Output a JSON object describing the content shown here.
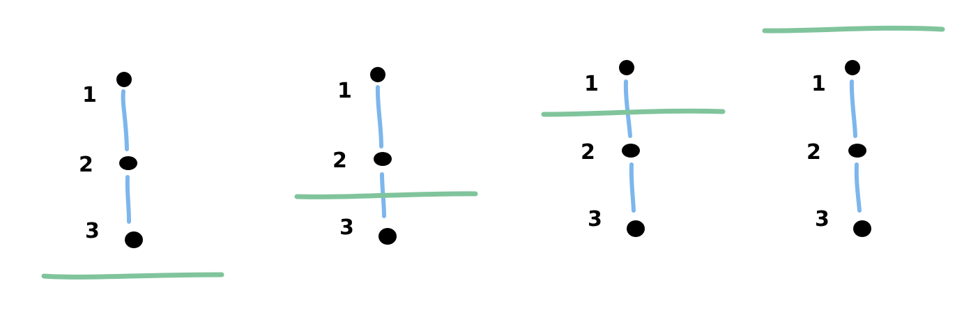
{
  "colors": {
    "background": "#ffffff",
    "node": "#000000",
    "label": "#000000",
    "edge": "#7db6ec",
    "sweep_line": "#80c49c"
  },
  "panels": [
    {
      "labels": [
        "1",
        "2",
        "3"
      ]
    },
    {
      "labels": [
        "1",
        "2",
        "3"
      ]
    },
    {
      "labels": [
        "1",
        "2",
        "3"
      ]
    },
    {
      "labels": [
        "1",
        "2",
        "3"
      ]
    }
  ]
}
